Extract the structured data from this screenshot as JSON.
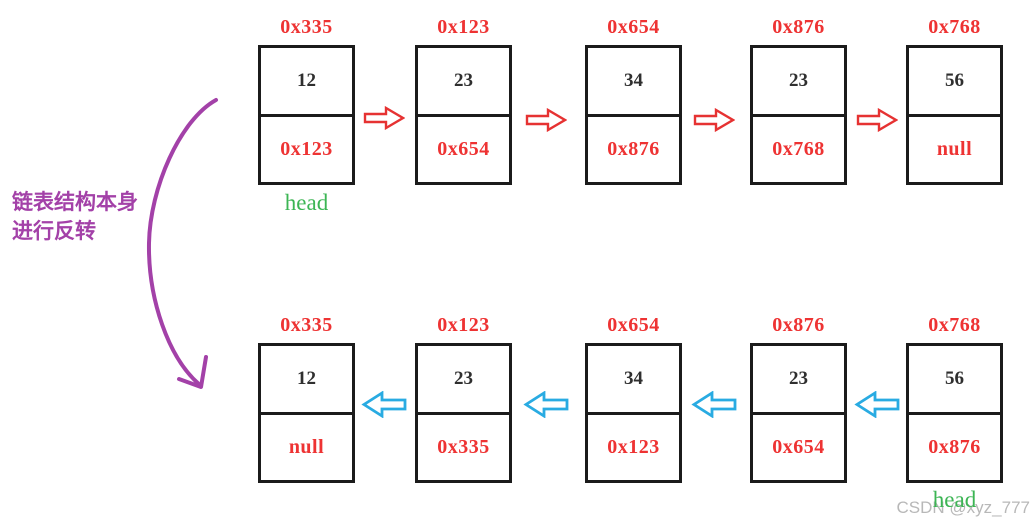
{
  "annotation": {
    "text": "链表结构本身\n进行反转",
    "color": "#a341a8"
  },
  "top_list": {
    "head_label": "head",
    "arrow_direction": "right",
    "arrow_color": "#e63232",
    "nodes": [
      {
        "address": "0x335",
        "value": "12",
        "next": "0x123"
      },
      {
        "address": "0x123",
        "value": "23",
        "next": "0x654"
      },
      {
        "address": "0x654",
        "value": "34",
        "next": "0x876"
      },
      {
        "address": "0x876",
        "value": "23",
        "next": "0x768"
      },
      {
        "address": "0x768",
        "value": "56",
        "next": "null"
      }
    ]
  },
  "bottom_list": {
    "head_label": "head",
    "arrow_direction": "left",
    "arrow_color": "#29abe2",
    "nodes": [
      {
        "address": "0x335",
        "value": "12",
        "next": "null"
      },
      {
        "address": "0x123",
        "value": "23",
        "next": "0x335"
      },
      {
        "address": "0x654",
        "value": "34",
        "next": "0x123"
      },
      {
        "address": "0x876",
        "value": "23",
        "next": "0x654"
      },
      {
        "address": "0x768",
        "value": "56",
        "next": "0x876"
      }
    ]
  },
  "colors": {
    "address_text": "#ee3333",
    "next_pointer_text": "#ee3333",
    "head_label": "#3cb554",
    "box_border": "#1b1b1b",
    "reverse_arrow": "#a341a8",
    "watermark": "#b8b8b8"
  },
  "watermark": "CSDN @xyz_777"
}
